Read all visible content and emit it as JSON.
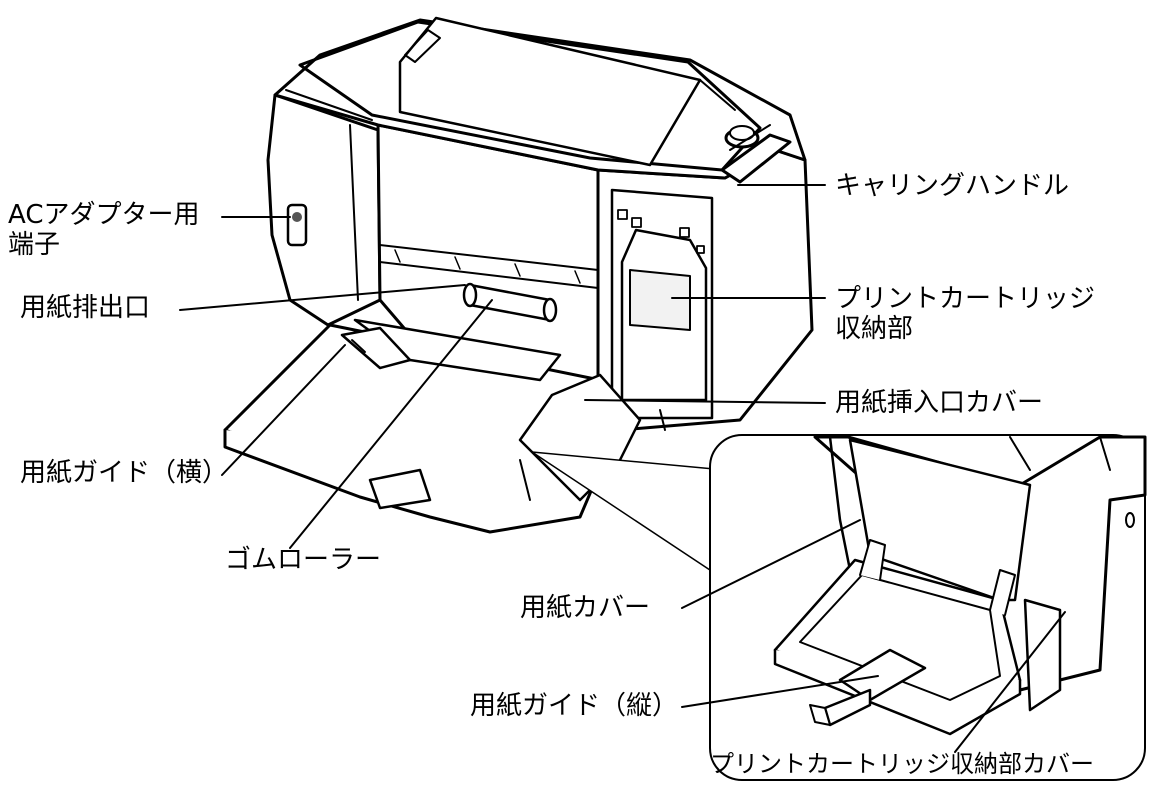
{
  "labels": {
    "ac_adapter_line1": "ACアダプター用",
    "ac_adapter_line2": "端子",
    "paper_output_slot": "用紙排出口",
    "paper_guide_horizontal": "用紙ガイド（横）",
    "rubber_roller": "ゴムローラー",
    "carrying_handle": "キャリングハンドル",
    "cartridge_storage_line1": "プリントカートリッジ",
    "cartridge_storage_line2": "収納部",
    "paper_slot_cover": "用紙挿入口カバー",
    "paper_cover": "用紙カバー",
    "paper_guide_vertical": "用紙ガイド（縦）",
    "cartridge_storage_cover": "プリントカートリッジ収納部カバー"
  },
  "colors": {
    "line": "#000000",
    "fill": "#ffffff",
    "shade": "#f2f2f2",
    "dark": "#555555"
  }
}
